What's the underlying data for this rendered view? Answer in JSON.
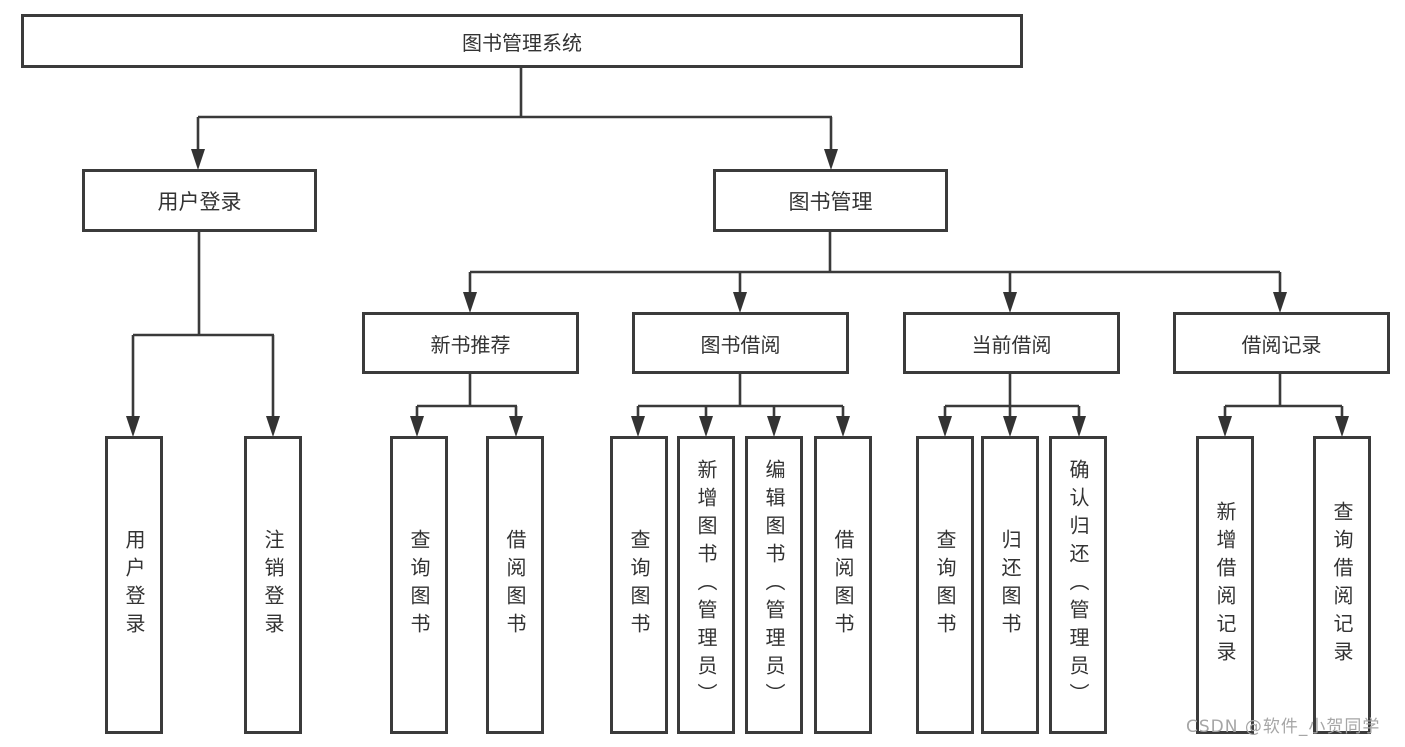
{
  "diagram": {
    "type": "hierarchy-tree",
    "colors": {
      "background": "#ffffff",
      "box_border": "#3b3b3b",
      "connector_line": "#3a3a3a",
      "text": "#333333",
      "watermark": "#a6a6a6"
    },
    "root": {
      "label": "图书管理系统"
    },
    "level2": [
      {
        "label": "用户登录"
      },
      {
        "label": "图书管理"
      }
    ],
    "level3": [
      {
        "parent": "图书管理",
        "label": "新书推荐"
      },
      {
        "parent": "图书管理",
        "label": "图书借阅"
      },
      {
        "parent": "图书管理",
        "label": "当前借阅"
      },
      {
        "parent": "图书管理",
        "label": "借阅记录"
      }
    ],
    "leaves": [
      {
        "parent": "用户登录",
        "label": "用户登录"
      },
      {
        "parent": "用户登录",
        "label": "注销登录"
      },
      {
        "parent": "新书推荐",
        "label": "查询图书"
      },
      {
        "parent": "新书推荐",
        "label": "借阅图书"
      },
      {
        "parent": "图书借阅",
        "label": "查询图书"
      },
      {
        "parent": "图书借阅",
        "label": "新增图书（管理员）"
      },
      {
        "parent": "图书借阅",
        "label": "编辑图书（管理员）"
      },
      {
        "parent": "图书借阅",
        "label": "借阅图书"
      },
      {
        "parent": "当前借阅",
        "label": "查询图书"
      },
      {
        "parent": "当前借阅",
        "label": "归还图书"
      },
      {
        "parent": "当前借阅",
        "label": "确认归还（管理员）"
      },
      {
        "parent": "借阅记录",
        "label": "新增借阅记录"
      },
      {
        "parent": "借阅记录",
        "label": "查询借阅记录"
      }
    ],
    "watermark": "CSDN @软件_小贺同学"
  }
}
